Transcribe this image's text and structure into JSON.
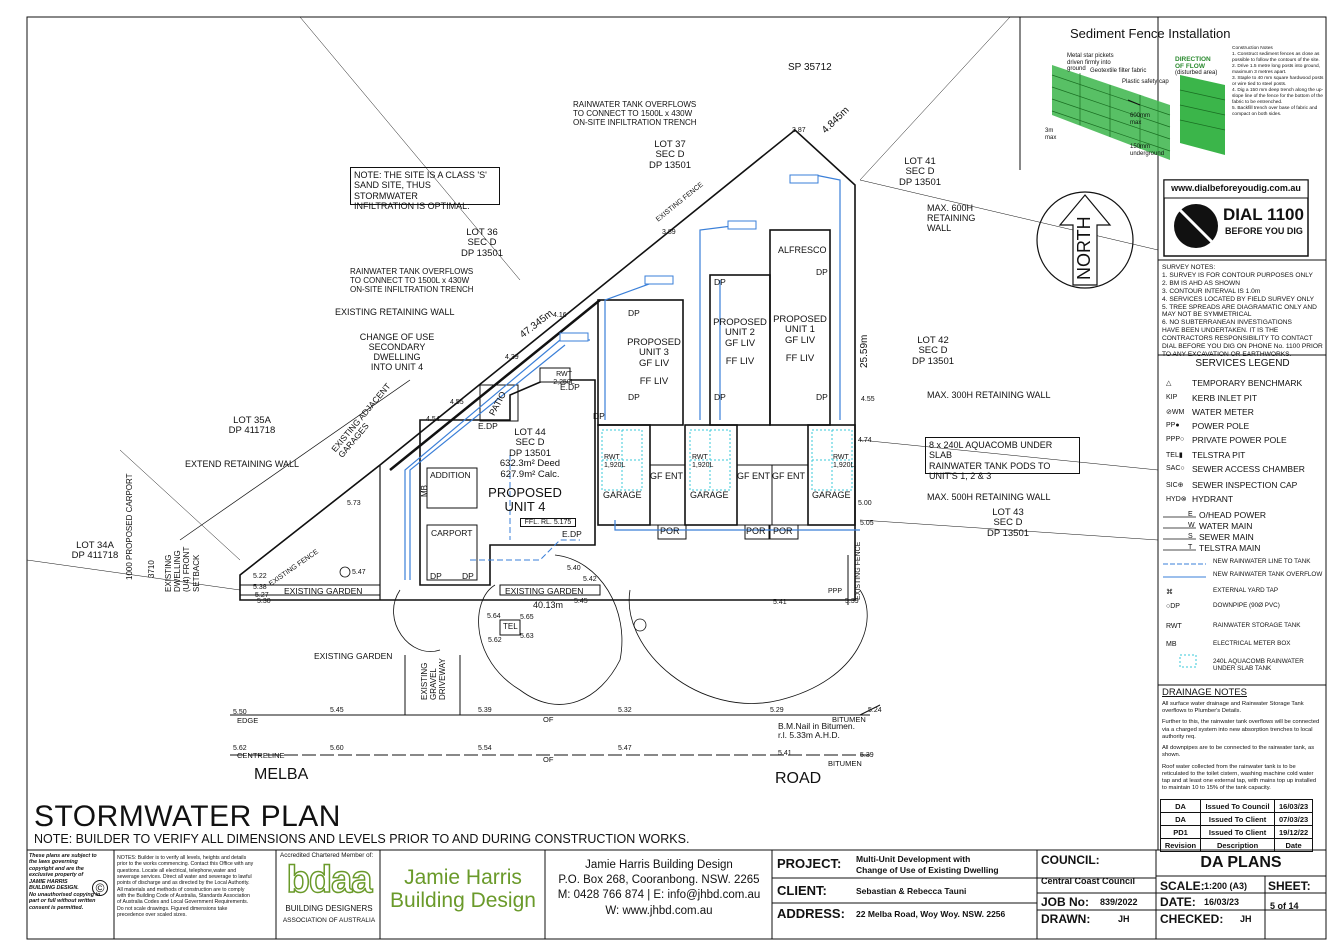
{
  "plan": {
    "title": "STORMWATER PLAN",
    "note": "NOTE: BUILDER TO VERIFY ALL DIMENSIONS AND LEVELS PRIOR TO AND DURING CONSTRUCTION WORKS.",
    "labels": {
      "sp": "SP 35712",
      "lot37": [
        "LOT 37",
        "SEC D",
        "DP 13501"
      ],
      "lot41": [
        "LOT 41",
        "SEC D",
        "DP 13501"
      ],
      "lot36": [
        "LOT 36",
        "SEC D",
        "DP 13501"
      ],
      "lot42": [
        "LOT 42",
        "SEC D",
        "DP 13501"
      ],
      "lot43": [
        "LOT 43",
        "SEC D",
        "DP 13501"
      ],
      "lot44": [
        "LOT 44",
        "SEC D",
        "DP 13501",
        "632.3m² Deed",
        "627.9m² Calc."
      ],
      "lot35a": [
        "LOT 35A",
        "DP 411718"
      ],
      "lot34a": [
        "LOT 34A",
        "DP 411718"
      ],
      "site_note": [
        "NOTE: THE SITE IS A CLASS 'S'",
        "SAND SITE, THUS STORMWATER",
        "INFILTRATION IS OPTIMAL."
      ],
      "rw_overflow_top": [
        "RAINWATER TANK OVERFLOWS",
        "TO CONNECT TO 1500L x 430W",
        "ON-SITE INFILTRATION TRENCH"
      ],
      "rw_overflow_left": [
        "RAINWATER TANK OVERFLOWS",
        "TO CONNECT TO 1500L x 430W",
        "ON-SITE INFILTRATION TRENCH"
      ],
      "existing_retaining_wall": "EXISTING RETAINING WALL",
      "change_of_use": [
        "CHANGE OF USE",
        "SECONDARY",
        "DWELLING",
        "INTO UNIT 4"
      ],
      "extend_retaining_wall": "EXTEND RETAINING WALL",
      "existing_adjacent_garages": "EXISTING ADJACENT GARAGES",
      "existing_fence_top": "EXISTING FENCE",
      "existing_fence_left": "EXISTING FENCE",
      "existing_fence_right": "EXISTING FENCE",
      "max600": [
        "MAX. 600H",
        "RETAINING",
        "WALL"
      ],
      "max300": "MAX. 300H RETAINING WALL",
      "max500": "MAX. 500H RETAINING WALL",
      "aquacomb_note": [
        "8 x 240L AQUACOMB UNDER SLAB",
        "RAINWATER TANK PODS TO",
        "UNIT'S 1, 2 & 3"
      ],
      "unit1": [
        "PROPOSED",
        "UNIT 1",
        "GF LIV",
        "FF LIV"
      ],
      "unit2": [
        "PROPOSED",
        "UNIT 2",
        "GF LIV",
        "FF LIV"
      ],
      "unit3": [
        "PROPOSED",
        "UNIT 3",
        "GF LIV",
        "FF LIV"
      ],
      "unit4": [
        "PROPOSED",
        "UNIT 4"
      ],
      "alfresco": "ALFRESCO",
      "garage": "GARAGE",
      "gf_ent": "GF ENT",
      "por": "POR",
      "dp": "DP",
      "edp": "E.DP",
      "rwt": "RWT",
      "rwt_cap": "1,920L",
      "rwt4": [
        "RWT",
        "2,250L"
      ],
      "patio": "PATIO",
      "addition": "ADDITION",
      "carport": "CARPORT",
      "mb": "MB",
      "ffl4": "FFL. RL. 5.175",
      "existing_garden_1": "EXISTING GARDEN",
      "existing_garden_2": "EXISTING GARDEN",
      "existing_garden_3": "EXISTING GARDEN",
      "existing_gravel_driveway": [
        "EXISTING",
        "GRAVEL",
        "DRIVEWAY"
      ],
      "carport_front": [
        "1000 PROPOSED CARPORT"
      ],
      "existing_dwelling": [
        "EXISTING",
        "DWELLING",
        "(U4) FRONT",
        "SETBACK"
      ],
      "dim_3710": "3710",
      "tel": "TEL",
      "edge": "EDGE",
      "centreline": "CENTRELINE",
      "bitumen1": "BITUMEN",
      "bitumen2": "BITUMEN",
      "of1": "OF",
      "of2": "OF",
      "melba": "MELBA",
      "road": "ROAD",
      "bm_note": [
        "B.M.Nail in Bitumen.",
        "r.l. 5.33m A.H.D."
      ],
      "dim_47345": "47.345m",
      "dim_4845": "4.845m",
      "dim_2559": "25.59m",
      "dim_4013": "40.13m",
      "sewer_line": "S",
      "north": "NORTH",
      "ppp": "PPP",
      "spot_levels": [
        "5.50",
        "5.45",
        "5.39",
        "5.32",
        "5.29",
        "5.24",
        "5.62",
        "5.60",
        "5.54",
        "5.47",
        "5.41",
        "5.39",
        "5.22",
        "5.38",
        "5.27",
        "5.30",
        "5.47",
        "5.64",
        "5.65",
        "5.63",
        "5.62",
        "5.40",
        "5.42",
        "5.45",
        "5.41",
        "5.39",
        "5.73",
        "4.54",
        "4.55",
        "4.39",
        "4.16",
        "3.89",
        "3.87",
        "4.55",
        "4.74",
        "5.00",
        "5.05"
      ]
    }
  },
  "sediment": {
    "title": "Sediment Fence Installation",
    "labels": [
      "Metal star pickets driven firmly into ground",
      "Geotextile filter fabric",
      "Plastic safety cap",
      "DIRECTION OF FLOW",
      "(disturbed area)",
      "600mm max",
      "3m max",
      "150mm underground"
    ],
    "notes": [
      "Construction Notes",
      "1. Construct sediment fences as close as possible to follow the contours of the site.",
      "2. Drive 1.5 metre long posts into ground, maximum 3 metres apart.",
      "3. Staple to 40 mm square hardwood posts or wire tied to steel posts.",
      "4. Dig a 150 mm deep trench along the up-slope line of the fence for the bottom of the fabric to be entrenched.",
      "5. Backfill trench over base of fabric and compact on both sides."
    ]
  },
  "dial": {
    "url": "www.dialbeforeyoudig.com.au",
    "big": "DIAL 1100",
    "small": "BEFORE YOU DIG"
  },
  "survey_notes": [
    "SURVEY NOTES:",
    "1. SURVEY IS FOR CONTOUR PURPOSES ONLY",
    "2. BM IS AHD AS SHOWN",
    "3. CONTOUR INTERVAL IS 1.0m",
    "4. SERVICES LOCATED BY FIELD SURVEY ONLY",
    "5. TREE SPREADS ARE DIAGRAMATIC ONLY AND",
    "MAY NOT BE SYMMETRICAL",
    "6. NO SUBTERRANEAN INVESTIGATIONS",
    "HAVE BEEN UNDERTAKEN. IT IS THE",
    "CONTRACTORS RESPONSIBILITY TO CONTACT",
    "DIAL BEFORE YOU DIG ON PHONE No. 1100 PRIOR",
    "TO ANY EXCAVATION OR EARTHWORKS."
  ],
  "legend": {
    "title": "SERVICES LEGEND",
    "items": [
      {
        "sym": "△",
        "label": "TEMPORARY BENCHMARK"
      },
      {
        "sym": "KIP",
        "label": "KERB INLET PIT"
      },
      {
        "sym": "⊘WM",
        "label": "WATER METER"
      },
      {
        "sym": "PP●",
        "label": "POWER POLE"
      },
      {
        "sym": "PPP○",
        "label": "PRIVATE POWER POLE"
      },
      {
        "sym": "TEL▮",
        "label": "TELSTRA PIT"
      },
      {
        "sym": "SAC○",
        "label": "SEWER ACCESS CHAMBER"
      },
      {
        "sym": "SIC⊕",
        "label": "SEWER INSPECTION CAP"
      },
      {
        "sym": "HYD⊗",
        "label": "HYDRANT"
      },
      {
        "sym": "E",
        "label": "O/HEAD POWER"
      },
      {
        "sym": "W",
        "label": "WATER MAIN"
      },
      {
        "sym": "S",
        "label": "SEWER MAIN"
      },
      {
        "sym": "T",
        "label": "TELSTRA MAIN"
      },
      {
        "sym": "",
        "label": "NEW RAINWATER LINE TO TANK"
      },
      {
        "sym": "",
        "label": "NEW RAINWATER TANK OVERFLOW"
      },
      {
        "sym": "⌘",
        "label": "EXTERNAL YARD TAP"
      },
      {
        "sym": "○DP",
        "label": "DOWNPIPE (90Ø PVC)"
      },
      {
        "sym": "RWT",
        "label": "RAINWATER STORAGE TANK"
      },
      {
        "sym": "MB",
        "label": "ELECTRICAL METER BOX"
      },
      {
        "sym": "",
        "label": "240L AQUACOMB RAINWATER UNDER SLAB TANK"
      }
    ]
  },
  "drainage": {
    "title": "DRAINAGE NOTES",
    "paras": [
      "All surface water drainage and Rainwater Storage Tank overflows to Plumber's Details.",
      "Further to this, the rainwater tank overflows will be connected via a charged system into new absorption trenches to local authority req.",
      "All downpipes are to be connected to the rainwater tank, as shown.",
      "Roof water collected from the rainwater tank is to be reticulated to the toilet cistern, washing machine cold water tap and at least one external tap, with mains top up installed to maintain 10 to 15% of the tank capacity."
    ]
  },
  "revisions": [
    {
      "rev": "DA",
      "desc": "Issued To Council",
      "date": "16/03/23"
    },
    {
      "rev": "DA",
      "desc": "Issued To Client",
      "date": "07/03/23"
    },
    {
      "rev": "PD1",
      "desc": "Issued To Client",
      "date": "19/12/22"
    },
    {
      "rev": "Revision",
      "desc": "Description",
      "date": "Date"
    }
  ],
  "titleblock": {
    "copyright": [
      "These plans are subject to",
      "the laws governing",
      "copyright and are the",
      "exclusive property of",
      "JAMIE HARRIS",
      "BUILDING DESIGN.",
      "No unauthorised copying in",
      "part or full without written",
      "consent is permitted."
    ],
    "notes": [
      "NOTES: Builder is to verify all levels, heights and details",
      "prior to the works commencing. Contact this Office with any",
      "questions. Locate all electrical, telephone,water and",
      "sewerage services. Direct all water and sewerage to lawful",
      "points of discharge and as directed by the Local Authority.",
      "All materials and methods of construction are to comply",
      "with the Building Code of Australia, Standards Association",
      "of Australia Codes and Local Government Requirements.",
      "Do not scale drawings. Figured dimensions take",
      "precedence over scaled sizes."
    ],
    "member": "Accredited Chartered Member of:",
    "bdaa": "bdaa",
    "bdaa_sub1": "BUILDING DESIGNERS",
    "bdaa_sub2": "ASSOCIATION OF AUSTRALIA",
    "brand1": "Jamie Harris",
    "brand2": "Building Design",
    "contact": [
      "Jamie Harris Building Design",
      "P.O. Box 268, Cooranbong. NSW. 2265",
      "M: 0428 766 874 | E: info@jhbd.com.au",
      "W: www.jhbd.com.au"
    ],
    "project_label": "PROJECT:",
    "project": [
      "Multi-Unit Development with",
      "Change of Use of Existing Dwelling"
    ],
    "client_label": "CLIENT:",
    "client": "Sebastian & Rebecca Tauni",
    "address_label": "ADDRESS:",
    "address": "22 Melba Road, Woy Woy. NSW. 2256",
    "council_label": "COUNCIL:",
    "council": "Central Coast Council",
    "job_label": "JOB No:",
    "job": "839/2022",
    "drawn_label": "DRAWN:",
    "drawn": "JH",
    "da_plans": "DA PLANS",
    "scale_label": "SCALE:",
    "scale": "1:200 (A3)",
    "date_label": "DATE:",
    "date": "16/03/23",
    "checked_label": "CHECKED:",
    "checked": "JH",
    "sheet_label": "SHEET:",
    "sheet": "5 of 14"
  },
  "colors": {
    "blue": "#3a7fd8",
    "green": "#3bb54a",
    "black": "#111111",
    "olive": "#6a9a2a"
  }
}
